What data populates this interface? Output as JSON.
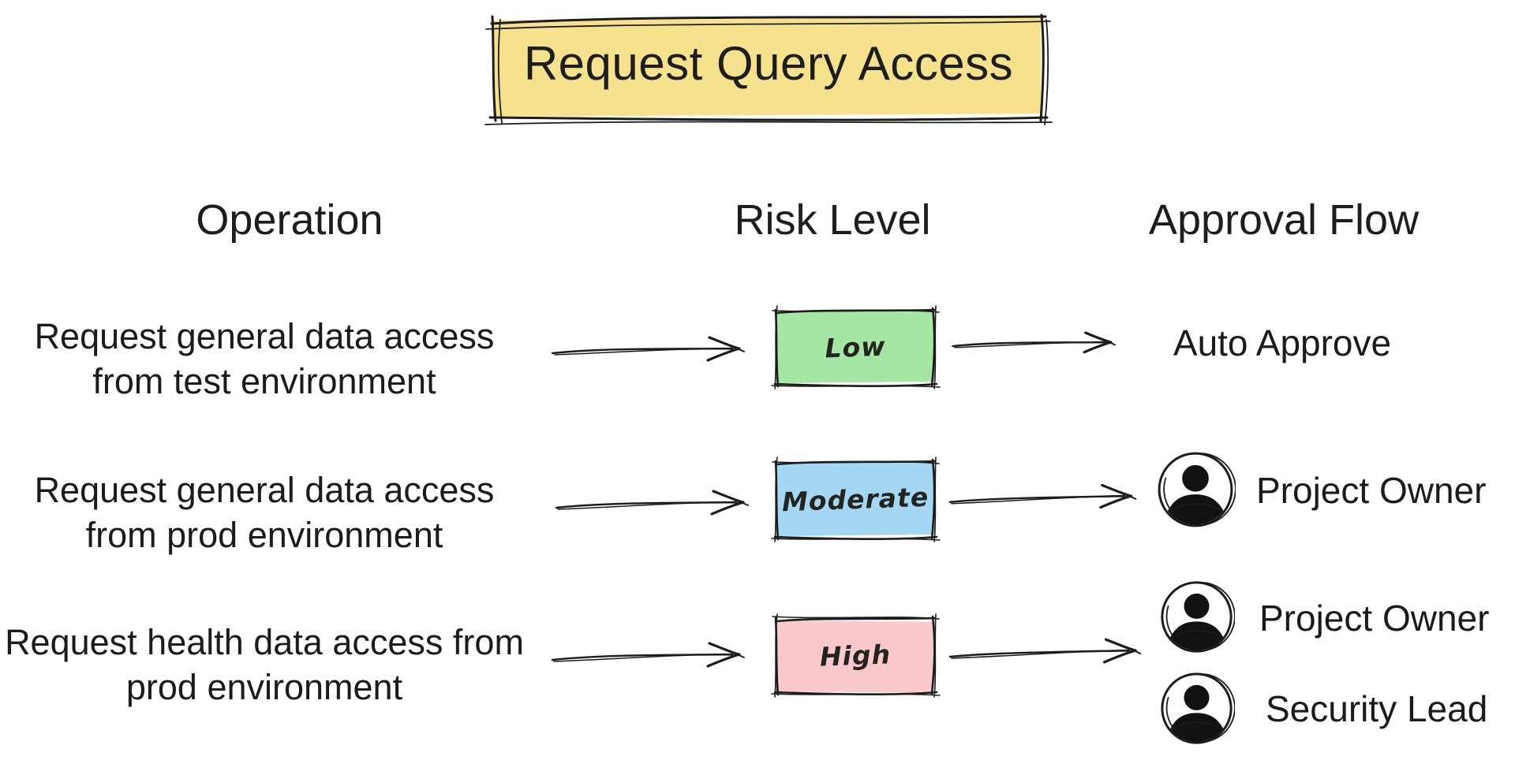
{
  "title": "Request Query Access",
  "columns": {
    "operation": "Operation",
    "risk": "Risk Level",
    "approval": "Approval Flow"
  },
  "colors": {
    "title_fill": "#f6e28c",
    "low_fill": "#a6e6a4",
    "moderate_fill": "#a4d7f4",
    "high_fill": "#f9c9cc",
    "ink": "#1c1c1c"
  },
  "rows": [
    {
      "operation": "Request general data access from test environment",
      "risk": {
        "label": "Low"
      },
      "approvers": [
        {
          "label": "Auto Approve"
        }
      ]
    },
    {
      "operation": "Request general data access from prod environment",
      "risk": {
        "label": "Moderate"
      },
      "approvers": [
        {
          "label": "Project Owner"
        }
      ]
    },
    {
      "operation": "Request health data access from prod environment",
      "risk": {
        "label": "High"
      },
      "approvers": [
        {
          "label": "Project Owner"
        },
        {
          "label": "Security Lead"
        }
      ]
    }
  ]
}
